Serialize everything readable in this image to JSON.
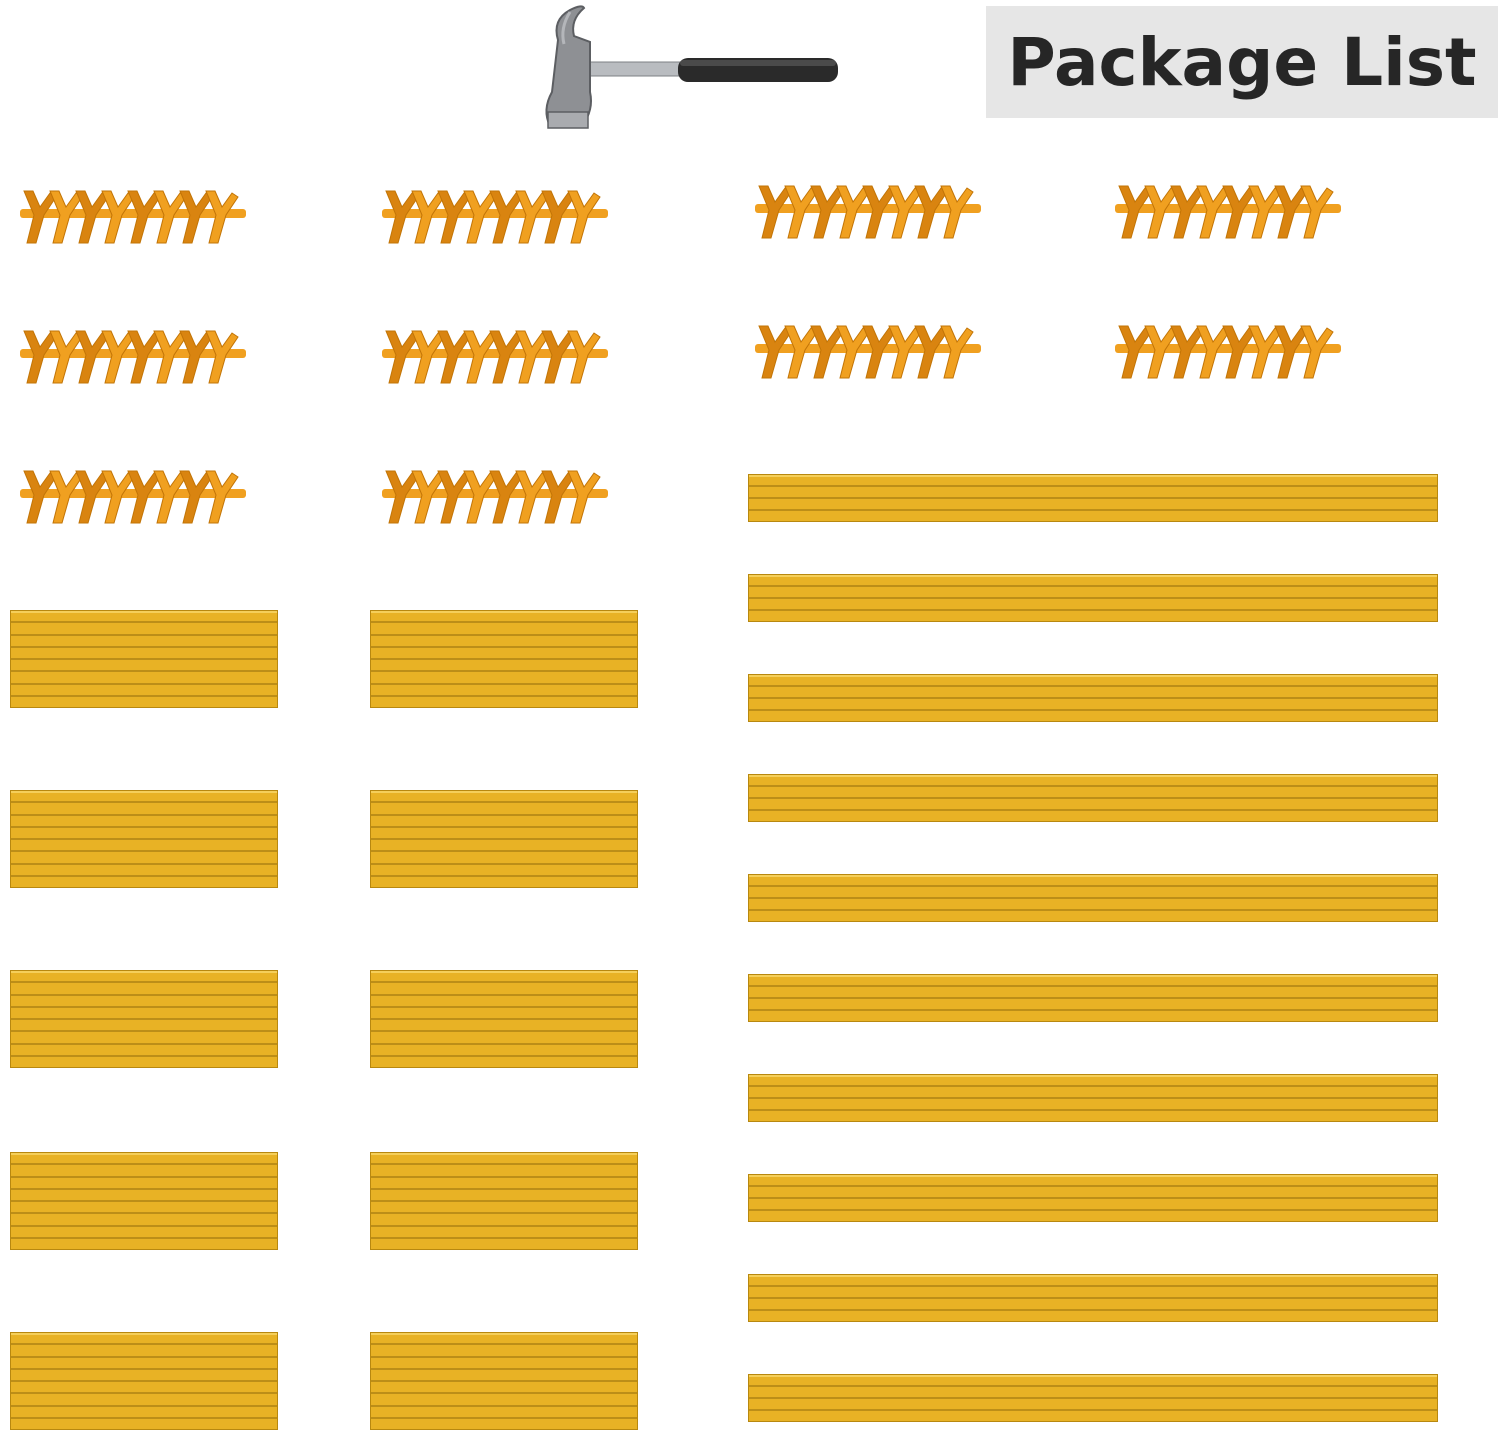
{
  "title": "Package List",
  "colors": {
    "title_bg": "#e6e6e6",
    "title_text": "#262626",
    "connector_orange": "#f0a020",
    "connector_dark": "#d98410",
    "rod_gold": "#e8b225",
    "rod_line": "#a27a10",
    "hammer_head": "#8e9094",
    "hammer_handle": "#2a2a2a"
  },
  "icons": {
    "hammer": "hammer-icon",
    "connector": "y-connector-strip",
    "short_rods": "short-rod-bundle",
    "long_rod": "long-rod-bundle"
  },
  "counts": {
    "connector_strips": 10,
    "short_rod_bundles": 10,
    "long_rod_bundles": 10
  }
}
